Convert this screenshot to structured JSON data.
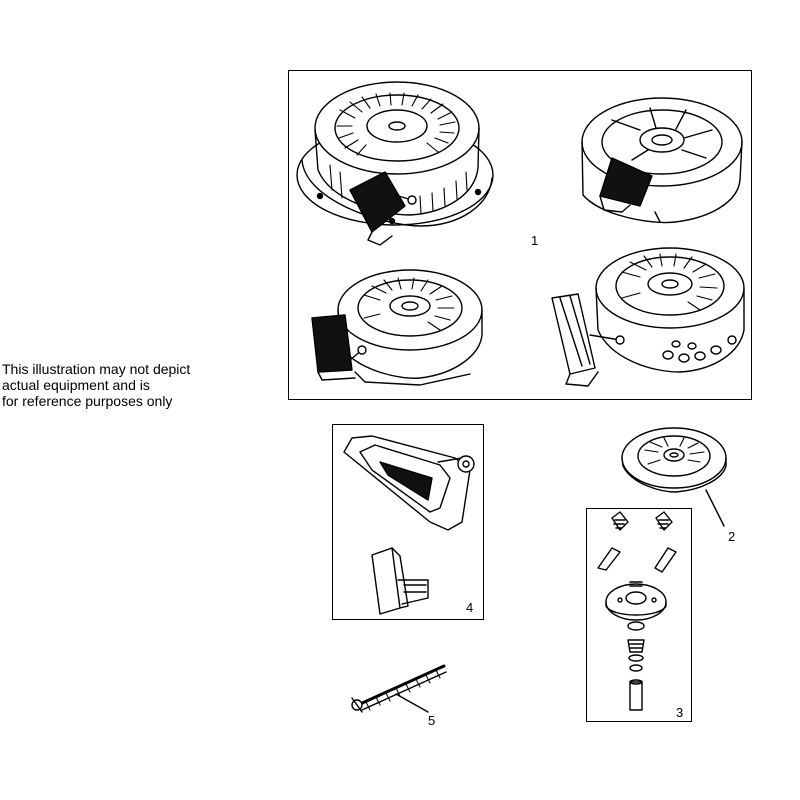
{
  "disclaimer": {
    "lines": [
      "This illustration may not depict",
      "actual equipment and is",
      "for reference purposes only"
    ]
  },
  "callouts": {
    "c1": "1",
    "c2": "2",
    "c3": "3",
    "c4": "4",
    "c5": "5"
  },
  "colors": {
    "line": "#000000",
    "background": "#ffffff"
  }
}
